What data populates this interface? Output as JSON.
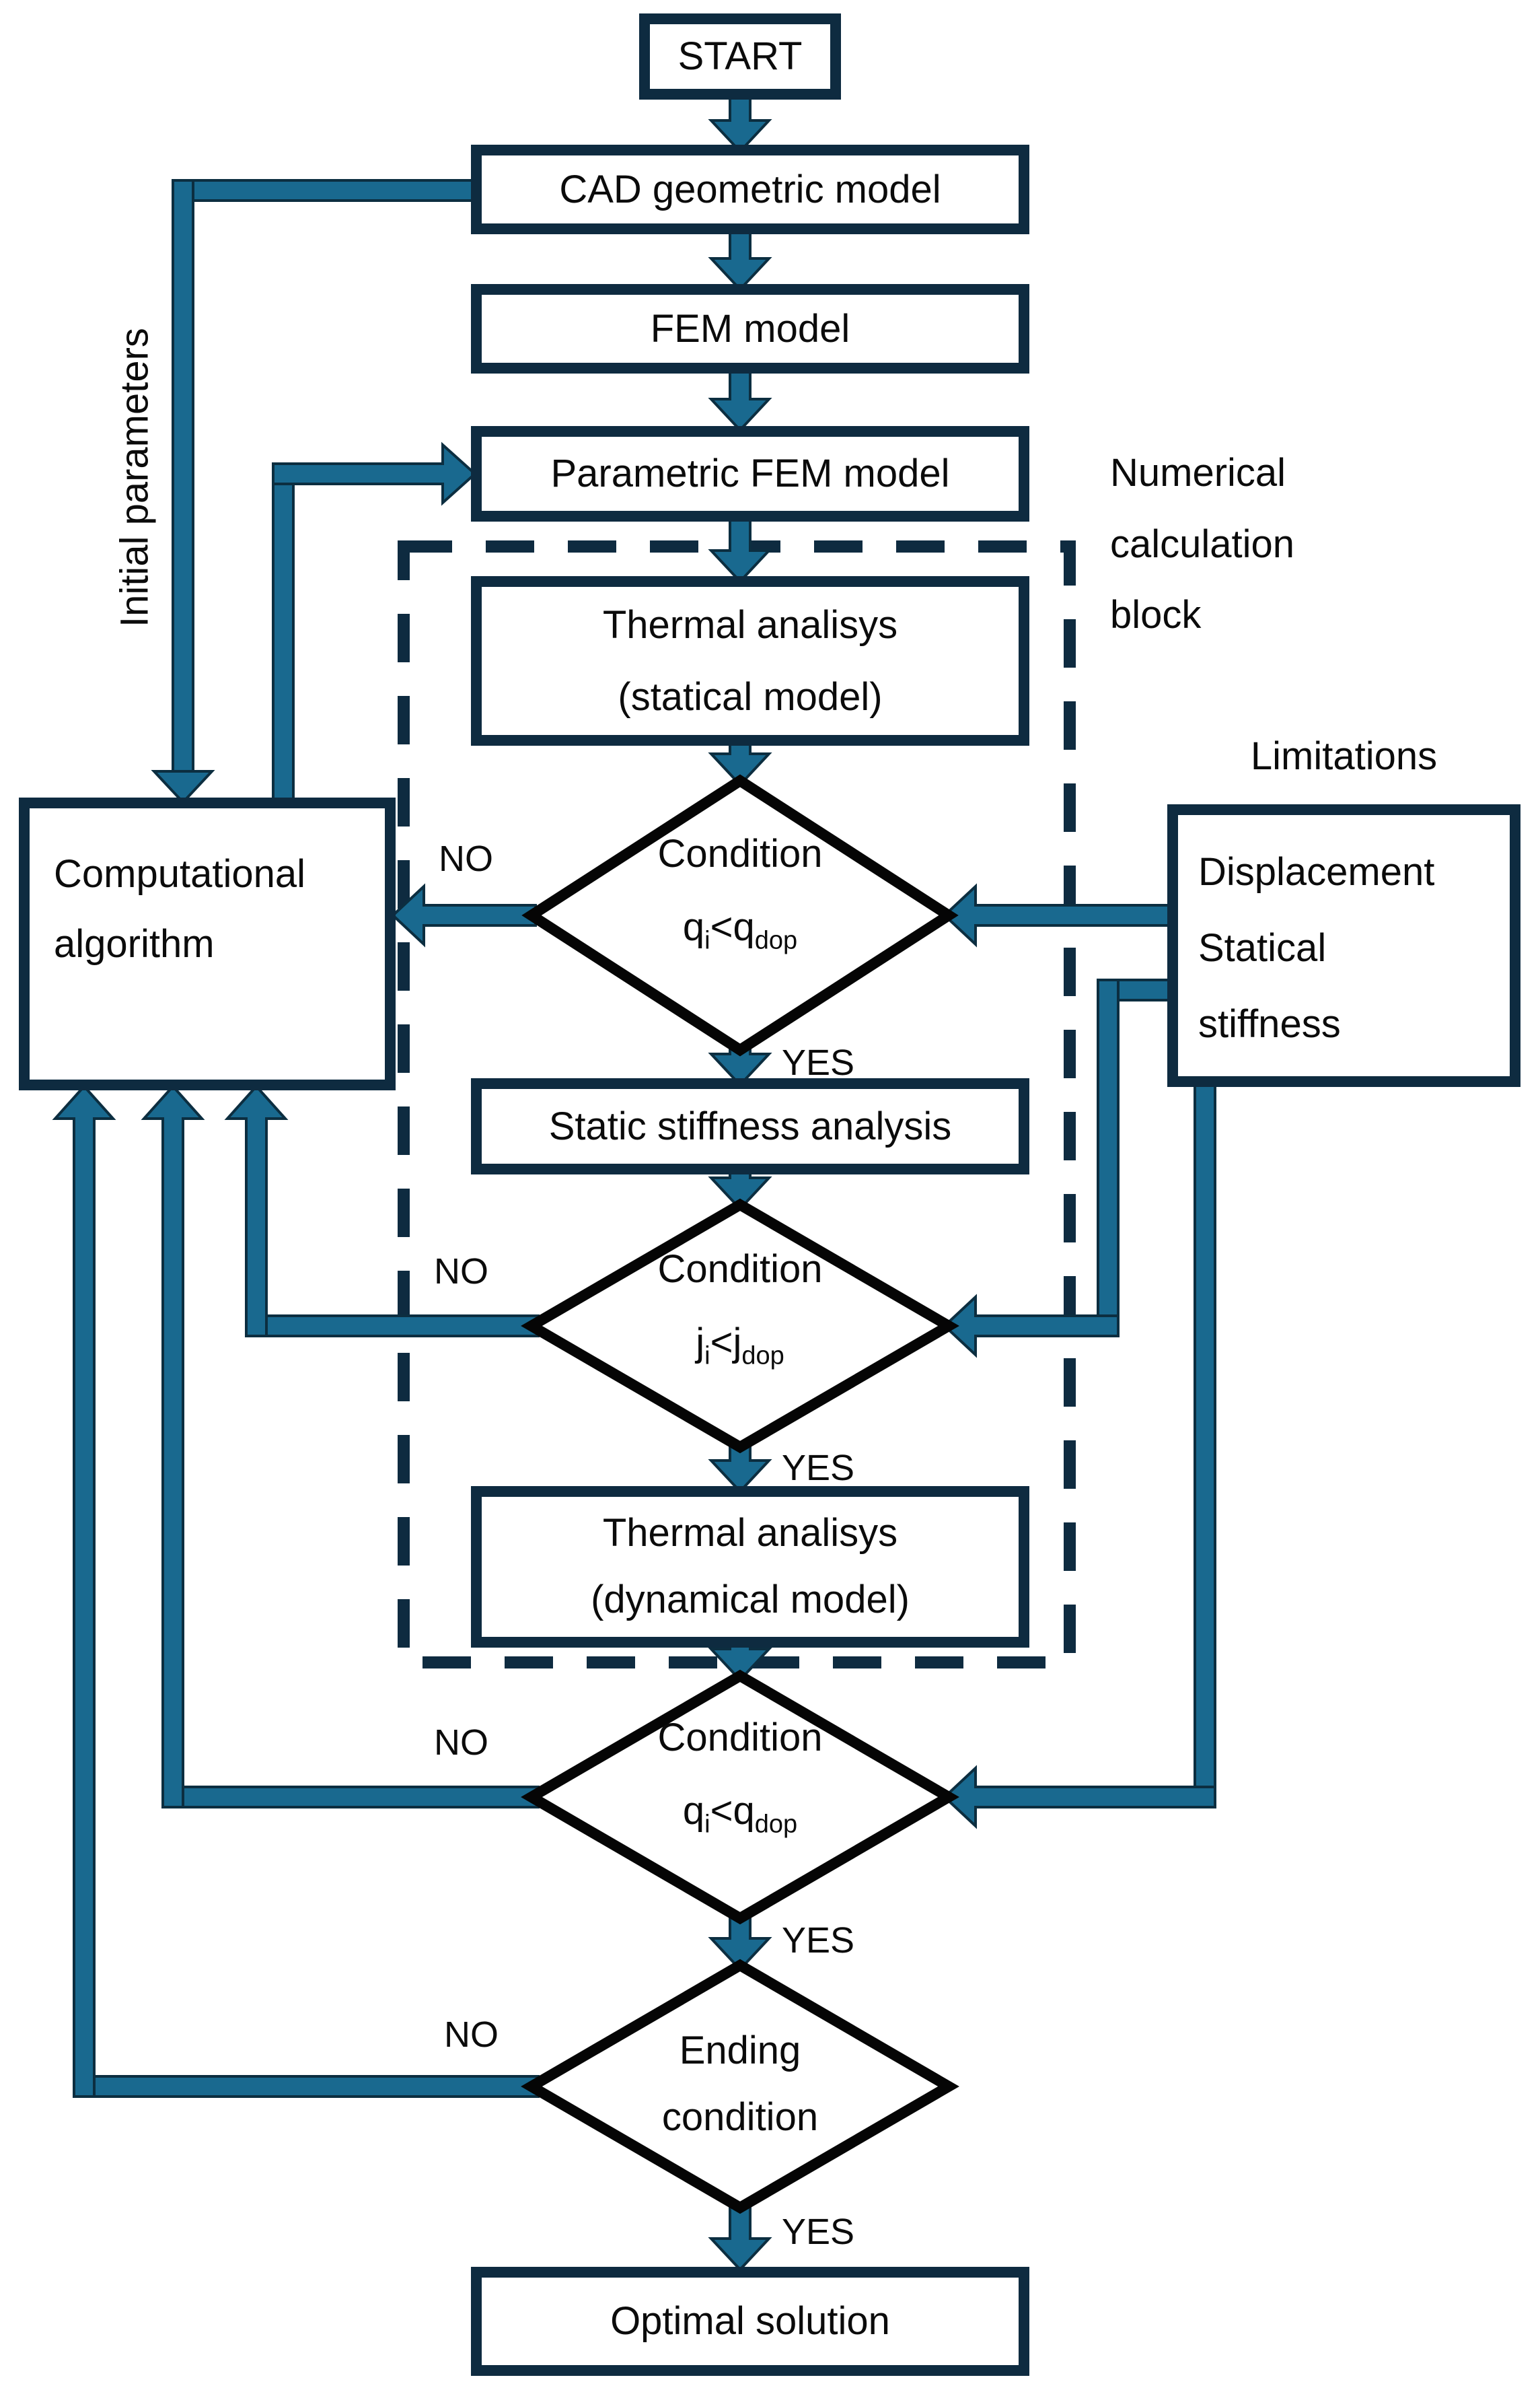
{
  "title": "FEM optimization flowchart",
  "colors": {
    "accent_teal": "#19698f",
    "border_navy": "#0e2b40",
    "diamond_black": "#050505",
    "text": "#0b0b0b"
  },
  "nodes": {
    "start": "START",
    "cad": "CAD geometric model",
    "fem": "FEM model",
    "parametric": "Parametric FEM model",
    "thermal_static_line1": "Thermal analisys",
    "thermal_static_line2": "(statical model)",
    "static_stiffness": "Static stiffness analysis",
    "thermal_dynamic_line1": "Thermal analisys",
    "thermal_dynamic_line2": "(dynamical model)",
    "optimal": "Optimal solution",
    "computational_line1": "Computational",
    "computational_line2": "algorithm",
    "limitations_line1": "Displacement",
    "limitations_line2": "Statical",
    "limitations_line3": "stiffness"
  },
  "decisions": {
    "cond1": {
      "title": "Condition",
      "lhs": "q",
      "lhs_sub": "i",
      "op": "<",
      "rhs": "q",
      "rhs_sub": "dop"
    },
    "cond2": {
      "title": "Condition",
      "lhs": "j",
      "lhs_sub": "i",
      "op": "<",
      "rhs": "j",
      "rhs_sub": "dop"
    },
    "cond3": {
      "title": "Condition",
      "lhs": "q",
      "lhs_sub": "i",
      "op": "<",
      "rhs": "q",
      "rhs_sub": "dop"
    },
    "ending": {
      "line1": "Ending",
      "line2": "condition"
    }
  },
  "labels": {
    "numerical_block_line1": "Numerical",
    "numerical_block_line2": "calculation",
    "numerical_block_line3": "block",
    "limitations_title": "Limitations",
    "initial_parameters": "Initial parameters",
    "no": "NO",
    "yes": "YES"
  }
}
